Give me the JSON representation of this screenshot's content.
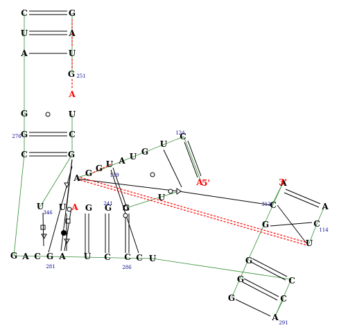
{
  "colors": {
    "nucleotide": "#000000",
    "highlight": "#ff0000",
    "number": "#00008b",
    "backbone": "#2e8b2e",
    "pair": "#000000",
    "red_pair": "#ff0000"
  },
  "nucleotides": [
    {
      "id": "n01",
      "base": "C",
      "color": "black"
    },
    {
      "id": "n02",
      "base": "G",
      "color": "black"
    },
    {
      "id": "n03",
      "base": "U",
      "color": "black"
    },
    {
      "id": "n04",
      "base": "A",
      "color": "black"
    },
    {
      "id": "n05",
      "base": "A",
      "color": "black"
    },
    {
      "id": "n06",
      "base": "U",
      "color": "black"
    },
    {
      "id": "n07",
      "base": "G",
      "color": "black"
    },
    {
      "id": "n08",
      "base": "A",
      "color": "red"
    },
    {
      "id": "n09",
      "base": "G",
      "color": "black"
    },
    {
      "id": "n10",
      "base": "U",
      "color": "black"
    },
    {
      "id": "n11",
      "base": "G",
      "color": "black"
    },
    {
      "id": "n12",
      "base": "C",
      "color": "black"
    },
    {
      "id": "n13",
      "base": "C",
      "color": "black"
    },
    {
      "id": "n14",
      "base": "G",
      "color": "black"
    },
    {
      "id": "n15",
      "base": "G",
      "color": "black"
    },
    {
      "id": "n16",
      "base": "U",
      "color": "black"
    },
    {
      "id": "n17",
      "base": "A",
      "color": "black"
    },
    {
      "id": "n18",
      "base": "U",
      "color": "black"
    },
    {
      "id": "n19",
      "base": "G",
      "color": "black"
    },
    {
      "id": "n20",
      "base": "U",
      "color": "black"
    },
    {
      "id": "n21",
      "base": "C",
      "color": "black"
    },
    {
      "id": "n22",
      "base": "G",
      "color": "black"
    },
    {
      "id": "n23",
      "base": "A",
      "color": "black"
    },
    {
      "id": "n24",
      "base": "U",
      "color": "black"
    },
    {
      "id": "n25",
      "base": "A",
      "color": "red"
    },
    {
      "id": "n26",
      "base": "U",
      "color": "black"
    },
    {
      "id": "n27",
      "base": "U",
      "color": "black"
    },
    {
      "id": "n28",
      "base": "A",
      "color": "red"
    },
    {
      "id": "n29",
      "base": "G",
      "color": "black"
    },
    {
      "id": "n30",
      "base": "G",
      "color": "black"
    },
    {
      "id": "n31",
      "base": "G",
      "color": "black"
    },
    {
      "id": "n32",
      "base": "G",
      "color": "black"
    },
    {
      "id": "n33",
      "base": "A",
      "color": "black"
    },
    {
      "id": "n34",
      "base": "C",
      "color": "black"
    },
    {
      "id": "n35",
      "base": "G",
      "color": "black"
    },
    {
      "id": "n36",
      "base": "A",
      "color": "black"
    },
    {
      "id": "n37",
      "base": "U",
      "color": "black"
    },
    {
      "id": "n38",
      "base": "C",
      "color": "black"
    },
    {
      "id": "n39",
      "base": "C",
      "color": "black"
    },
    {
      "id": "n40",
      "base": "C",
      "color": "black"
    },
    {
      "id": "n41",
      "base": "U",
      "color": "black"
    },
    {
      "id": "n42",
      "base": "A",
      "color": "black"
    },
    {
      "id": "n43",
      "base": "C",
      "color": "black"
    },
    {
      "id": "n44",
      "base": "A",
      "color": "black"
    },
    {
      "id": "n45",
      "base": "G",
      "color": "black"
    },
    {
      "id": "n46",
      "base": "C",
      "color": "black"
    },
    {
      "id": "n47",
      "base": "U",
      "color": "black"
    },
    {
      "id": "n48",
      "base": "G",
      "color": "black"
    },
    {
      "id": "n49",
      "base": "C",
      "color": "black"
    },
    {
      "id": "n50",
      "base": "G",
      "color": "black"
    },
    {
      "id": "n51",
      "base": "C",
      "color": "black"
    },
    {
      "id": "n52",
      "base": "G",
      "color": "black"
    },
    {
      "id": "n53",
      "base": "A",
      "color": "black"
    },
    {
      "id": "n54",
      "base": "U",
      "color": "black"
    }
  ],
  "labels": [
    {
      "id": "l251",
      "text": "251"
    },
    {
      "id": "l276",
      "text": "276"
    },
    {
      "id": "l124",
      "text": "124"
    },
    {
      "id": "l119",
      "text": "119"
    },
    {
      "id": "l5p",
      "text": "5'"
    },
    {
      "id": "l3p",
      "text": "3'"
    },
    {
      "id": "l313",
      "text": "313"
    },
    {
      "id": "l346",
      "text": "346"
    },
    {
      "id": "l241",
      "text": "241"
    },
    {
      "id": "l114",
      "text": "114"
    },
    {
      "id": "l281",
      "text": "281"
    },
    {
      "id": "l286",
      "text": "286"
    },
    {
      "id": "l291",
      "text": "291"
    }
  ]
}
